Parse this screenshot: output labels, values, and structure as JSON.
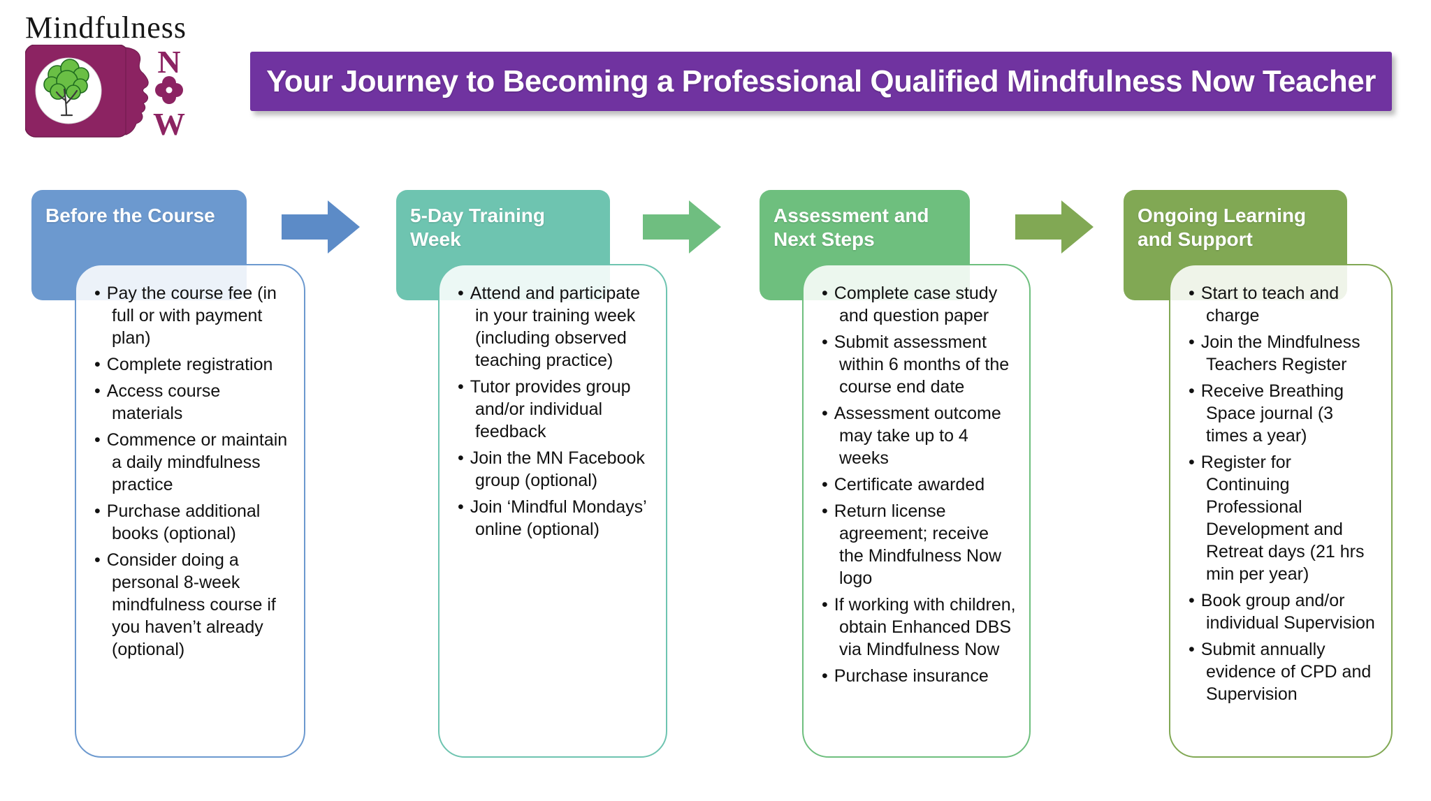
{
  "logo": {
    "word": "Mindfulness",
    "letter_n": "N",
    "letter_w": "W",
    "brand_color": "#8C2362",
    "tree_color": "#6ABF45"
  },
  "banner": {
    "title": "Your Journey to Becoming a Professional Qualified Mindfulness Now Teacher",
    "bg_color": "#7033A0",
    "text_color": "#FFFFFF"
  },
  "stages": [
    {
      "title": "Before the Course",
      "color": "#6C99CF",
      "arrow_color": "#5C8BC7",
      "bullets": [
        "Pay the course fee (in full or with payment plan)",
        "Complete registration",
        "Access course materials",
        "Commence or maintain a daily mindfulness practice",
        "Purchase additional books (optional)",
        "Consider doing a personal 8-week mindfulness course if you haven’t already (optional)"
      ]
    },
    {
      "title": "5-Day Training Week",
      "color": "#6EC4B0",
      "arrow_color": "#6FBE80",
      "bullets": [
        "Attend and participate in your training week (including observed teaching practice)",
        "Tutor provides group and/or individual feedback",
        "Join the MN Facebook group (optional)",
        "Join ‘Mindful Mondays’ online (optional)"
      ]
    },
    {
      "title": "Assessment and Next Steps",
      "color": "#6EBF7E",
      "arrow_color": "#81A854",
      "bullets": [
        "Complete case study and question paper",
        "Submit assessment within 6 months of the course end date",
        "Assessment outcome may take up to 4 weeks",
        "Certificate awarded",
        "Return license agreement; receive the Mindfulness Now logo",
        "If working with children, obtain Enhanced DBS via Mindfulness Now",
        "Purchase insurance"
      ]
    },
    {
      "title": "Ongoing Learning and Support",
      "color": "#81A854",
      "arrow_color": null,
      "bullets": [
        "Start to teach and charge",
        "Join the Mindfulness Teachers Register",
        "Receive Breathing Space journal (3 times a year)",
        "Register for Continuing Professional Development and Retreat days (21 hrs min per year)",
        "Book group and/or individual Supervision",
        "Submit annually evidence of CPD and Supervision"
      ]
    }
  ]
}
